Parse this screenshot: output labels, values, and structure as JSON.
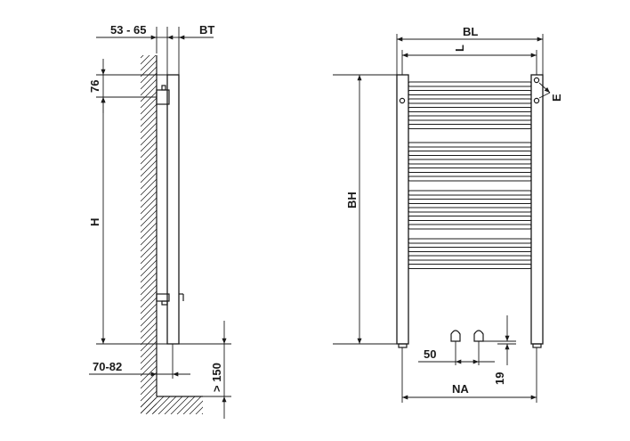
{
  "side_view": {
    "dims": {
      "wall_distance": "53 - 65",
      "depth": "BT",
      "top_offset": "76",
      "height": "H",
      "pipe_offset": "70-82",
      "floor_clearance": "> 150"
    }
  },
  "front_view": {
    "dims": {
      "overall_width": "BL",
      "connection_width": "L",
      "overall_height": "BH",
      "vent": "E",
      "valve_spacing": "50",
      "valve_height": "19",
      "hub_distance": "NA"
    },
    "rail_count": 20
  }
}
